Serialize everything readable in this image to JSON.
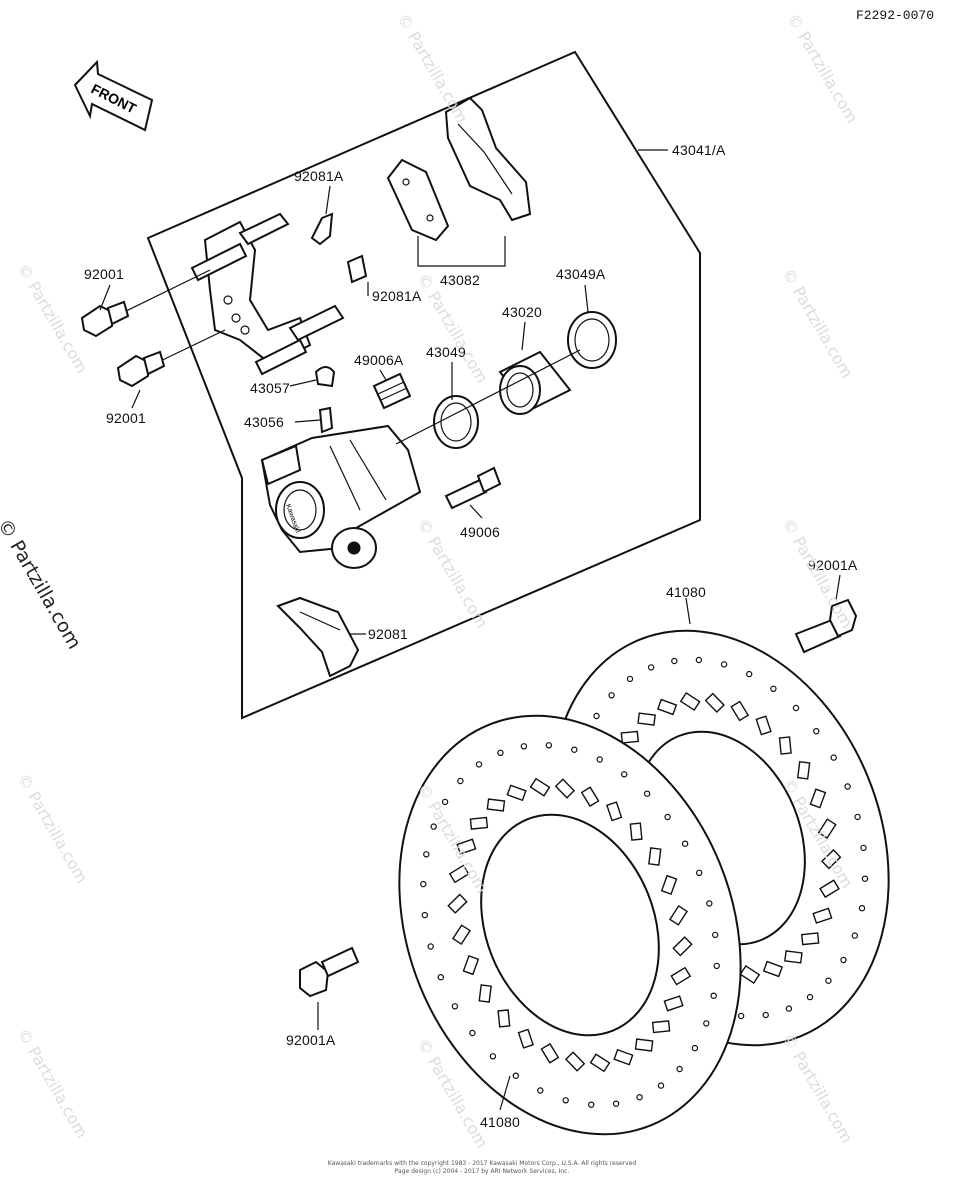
{
  "drawing_code": "F2292-0070",
  "watermark_side": "© Partzilla.com",
  "watermark_tile": "© Partzilla.com",
  "front_arrow_label": "FRONT",
  "footer": {
    "line1": "Kawasaki trademarks with the copyright 1983 - 2017 Kawasaki Motors Corp., U.S.A. All rights reserved",
    "line2": "Page design (c) 2004 - 2017 by ARI Network Services, Inc."
  },
  "part_labels": {
    "p43041A": "43041/A",
    "p92081A_top": "92081A",
    "p92081A_mid": "92081A",
    "p43082": "43082",
    "p92001_a": "92001",
    "p92001_b": "92001",
    "p43049A": "43049A",
    "p43020": "43020",
    "p49006A": "49006A",
    "p43049": "43049",
    "p43057": "43057",
    "p43056": "43056",
    "p49006": "49006",
    "p92001A_right": "92001A",
    "p41080_top": "41080",
    "p92081": "92081",
    "p92001A_left": "92001A",
    "p41080_bottom": "41080"
  },
  "caliper_stamp": "Kawasaki"
}
